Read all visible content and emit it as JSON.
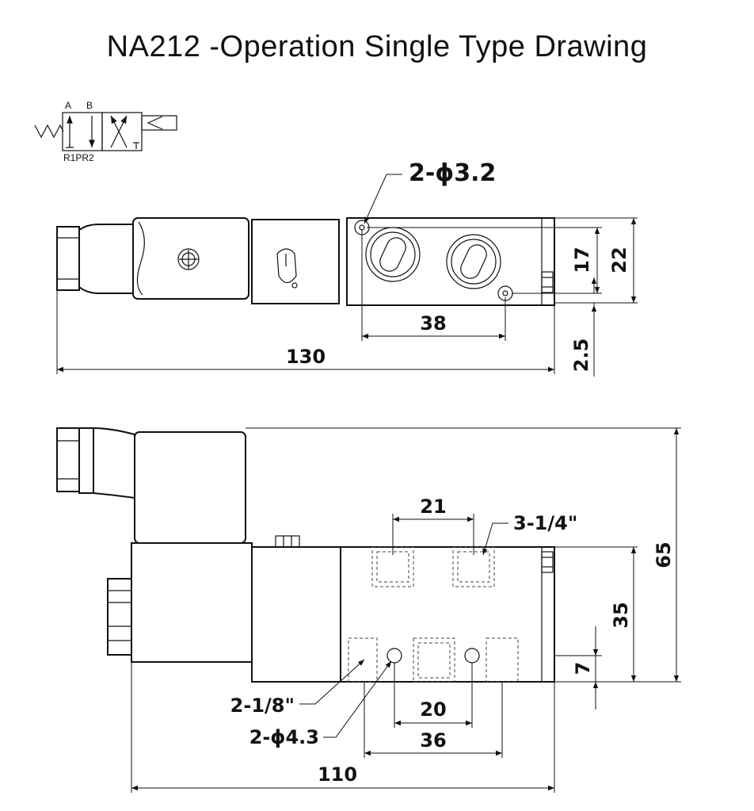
{
  "title": "NA212 -Operation Single Type Drawing",
  "symbol": {
    "port_a": "A",
    "port_b": "B",
    "exhaust_ports": "R1PR2"
  },
  "top_view": {
    "hole_callout": "2-ϕ3.2",
    "dim_hole_spacing": "38",
    "dim_overall_length": "130",
    "dim_hole_offset": "17",
    "dim_body_height": "22",
    "dim_base_offset": "2.5"
  },
  "side_view": {
    "dim_port_spacing_top": "21",
    "port_callout_top": "3-1/4\"",
    "port_callout_bottom": "2-1/8\"",
    "hole_callout": "2-ϕ4.3",
    "dim_port_spacing_bottom": "20",
    "dim_hole_spacing": "36",
    "dim_body_length": "110",
    "dim_overall_height": "65",
    "dim_body_height": "35",
    "dim_port_height": "7"
  },
  "colors": {
    "line": "#111111",
    "background": "#ffffff"
  }
}
